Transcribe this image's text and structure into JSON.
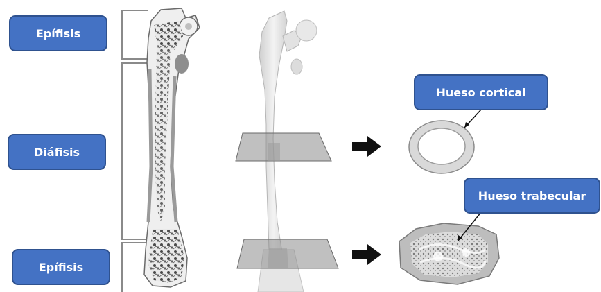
{
  "labels": {
    "epifisis_top": "Epífisis",
    "diafisis": "Diáfisis",
    "epifisis_bottom": "Epífisis",
    "hueso_cortical": "Hueso cortical",
    "hueso_trabecular": "Hueso trabecular"
  },
  "colors": {
    "accent": "#4472c4",
    "bone": "#e4e4e4",
    "plane": "#8c8c8c",
    "arrow": "#111111"
  }
}
